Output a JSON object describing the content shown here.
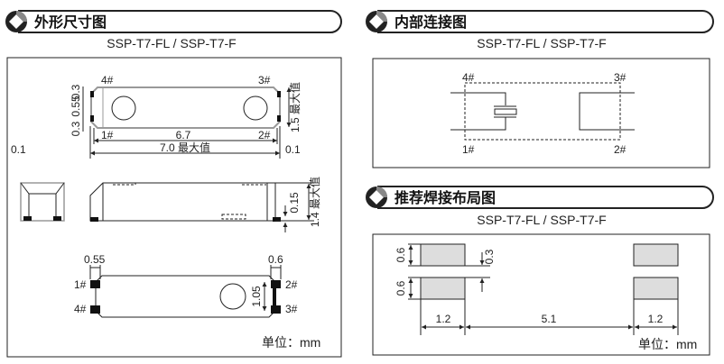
{
  "sections": {
    "outline": {
      "title": "外形尺寸图",
      "model": "SSP-T7-FL / SSP-T7-F"
    },
    "internal": {
      "title": "内部连接图",
      "model": "SSP-T7-FL / SSP-T7-F"
    },
    "footprint": {
      "title": "推荐焊接布局图",
      "model": "SSP-T7-FL / SSP-T7-F"
    }
  },
  "outline": {
    "top_view": {
      "pin4": "4#",
      "pin3": "3#",
      "pin1": "1#",
      "pin2": "2#",
      "length_inner": "6.7",
      "length_max": "7.0 最大值",
      "gap_left": "0.1",
      "gap_right": "0.1",
      "pad_top": "0.3",
      "pad_gap": "0.55",
      "pad_bottom": "0.3",
      "width_max": "1.5 最大值"
    },
    "side_view": {
      "standoff": "0.15",
      "height_max": "1.4 最大值"
    },
    "bottom_view": {
      "pad_left": "0.55",
      "pad_right": "0.6",
      "pin1": "1#",
      "pin4": "4#",
      "pin2": "2#",
      "pin3": "3#",
      "pad_span": "1.05"
    },
    "unit": "单位：mm"
  },
  "internal": {
    "pin4": "4#",
    "pin3": "3#",
    "pin1": "1#",
    "pin2": "2#"
  },
  "footprint": {
    "pad_h1": "0.6",
    "pad_h2": "0.6",
    "gap": "0.3",
    "pad_w_left": "1.2",
    "spacing": "5.1",
    "pad_w_right": "1.2",
    "unit": "单位：mm"
  }
}
